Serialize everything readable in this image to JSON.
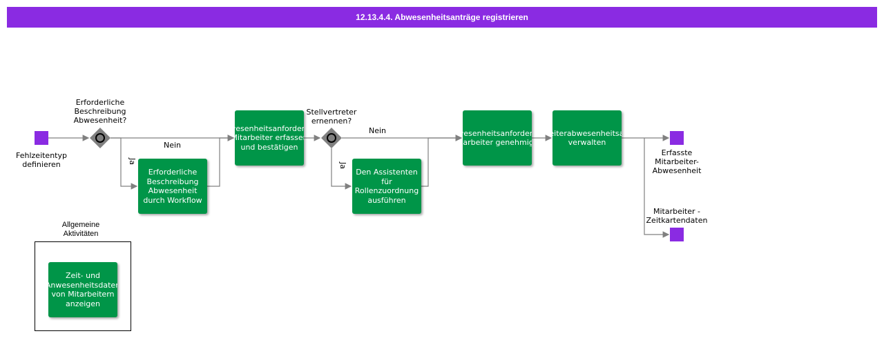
{
  "title": "12.13.4.4. Abwesenheitsanträge registrieren",
  "colors": {
    "header": "#8a2be2",
    "task": "#009548",
    "event": "#8a2be2",
    "edge": "#808080"
  },
  "events": {
    "start_label": "Fehlzeitentyp\ndefinieren",
    "end1_label": "Erfasste\nMitarbeiter-\nAbwesenheit",
    "end2_label": "Mitarbeiter -\nZeitkartendaten"
  },
  "gateways": {
    "g1_label": "Erforderliche\nBeschreibung\nAbwesenheit?",
    "g2_label": "Stellvertreter\nernennen?"
  },
  "tasks": {
    "t_workflow": "Erforderliche\nBeschreibung\nAbwesenheit\ndurch Workflow",
    "t_capture": "Abwesenheitsanforderung\nMitarbeiter erfassen\nund bestätigen",
    "t_assistant": "Den Assistenten\nfür\nRollenzuordnung\nausführen",
    "t_approve": "Abwesenheitsanforderung\nMitarbeiter genehmigen",
    "t_manage": "Mitarbeiterabwesenheitsanträge\nverwalten",
    "t_general": "Zeit- und\nAnwesenheitsdaten\nvon Mitarbeitern\nanzeigen"
  },
  "edge_labels": {
    "nein1": "Nein",
    "ja1": "Ja",
    "nein2": "Nein",
    "ja2": "Ja"
  },
  "group": {
    "title": "Allgemeine\nAktivitäten"
  }
}
